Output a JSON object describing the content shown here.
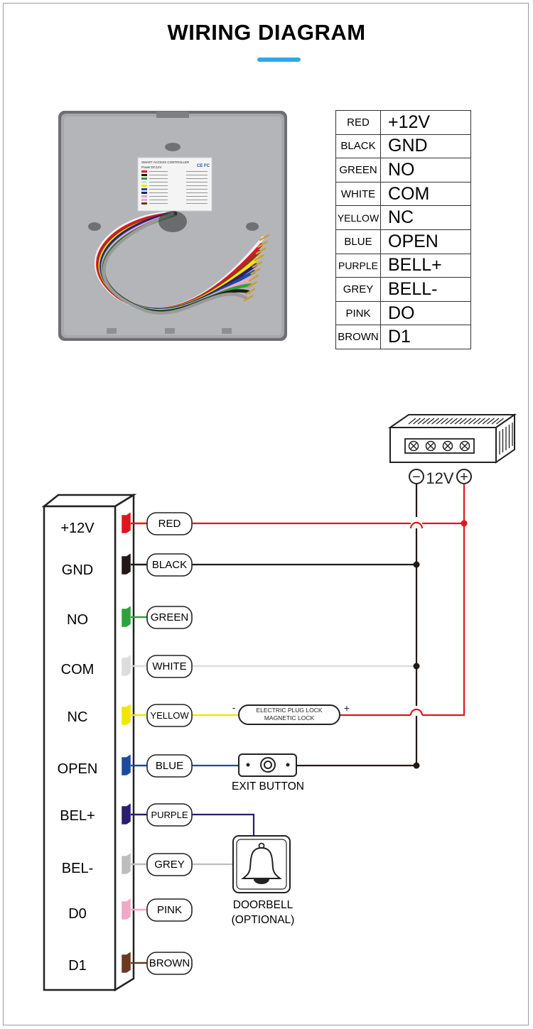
{
  "title": "WIRING DIAGRAM",
  "label_sticker": {
    "heading": "SMART ACCESS CONTROLLER",
    "power": "Power:DC12V"
  },
  "legend": [
    {
      "color": "RED",
      "function": "+12V"
    },
    {
      "color": "BLACK",
      "function": "GND"
    },
    {
      "color": "GREEN",
      "function": "NO"
    },
    {
      "color": "WHITE",
      "function": "COM"
    },
    {
      "color": "YELLOW",
      "function": "NC"
    },
    {
      "color": "BLUE",
      "function": "OPEN"
    },
    {
      "color": "PURPLE",
      "function": "BELL+"
    },
    {
      "color": "GREY",
      "function": "BELL-"
    },
    {
      "color": "PINK",
      "function": "DO"
    },
    {
      "color": "BROWN",
      "function": "D1"
    }
  ],
  "terminals": [
    {
      "name": "+12V",
      "wire": "RED",
      "hex": "#e0161f"
    },
    {
      "name": "GND",
      "wire": "BLACK",
      "hex": "#231815"
    },
    {
      "name": "NO",
      "wire": "GREEN",
      "hex": "#2aa43a"
    },
    {
      "name": "COM",
      "wire": "WHITE",
      "hex": "#dcdcdc"
    },
    {
      "name": "NC",
      "wire": "YELLOW",
      "hex": "#f2e500"
    },
    {
      "name": "OPEN",
      "wire": "BLUE",
      "hex": "#1d4aa0"
    },
    {
      "name": "BEL+",
      "wire": "PURPLE",
      "hex": "#2b1c6e"
    },
    {
      "name": "BEL-",
      "wire": "GREY",
      "hex": "#bdbdbd"
    },
    {
      "name": "D0",
      "wire": "PINK",
      "hex": "#f1a7c8"
    },
    {
      "name": "D1",
      "wire": "BROWN",
      "hex": "#6b3a1e"
    }
  ],
  "power_supply": {
    "minus": "−",
    "plus": "+",
    "voltage": "12V"
  },
  "lock": {
    "line1": "ELECTRIC PLUG LOCK",
    "line2": "MAGNETIC LOCK",
    "minus": "-",
    "plus": "+"
  },
  "exit_button": {
    "label": "EXIT BUTTON"
  },
  "doorbell": {
    "label": "DOORBELL",
    "sublabel": "(OPTIONAL)"
  }
}
